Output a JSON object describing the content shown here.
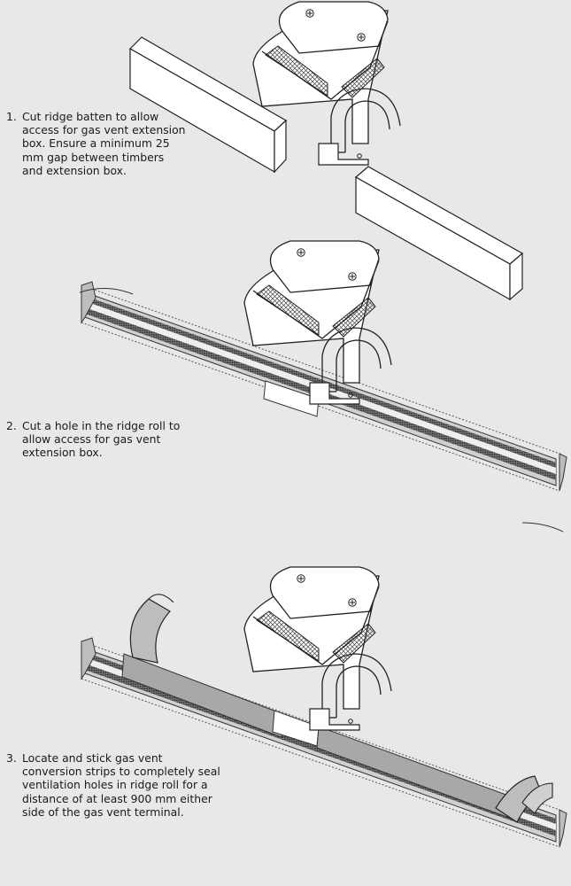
{
  "steps": [
    {
      "number": "1.",
      "text": "Cut ridge batten to allow access for gas vent extension box. Ensure a minimum 25 mm gap between timbers and extension box."
    },
    {
      "number": "2.",
      "text": "Cut a hole in the ridge roll to allow access for gas vent extension box."
    },
    {
      "number": "3.",
      "text": "Locate and stick gas vent conversion strips to completely seal ventilation holes in ridge roll for a distance of at least 900 mm either side of the gas vent terminal."
    }
  ]
}
